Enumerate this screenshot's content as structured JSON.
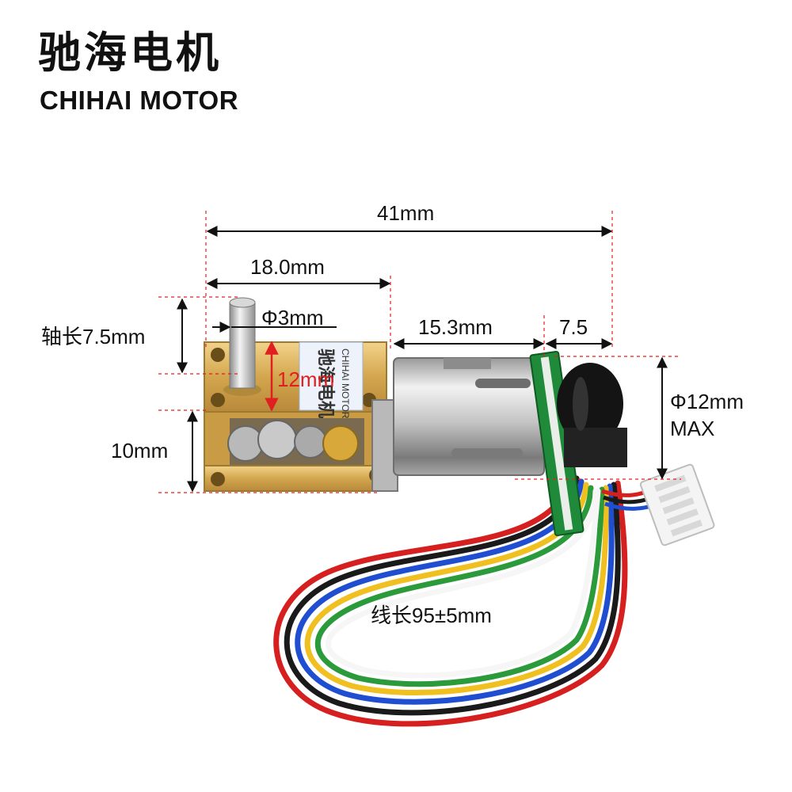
{
  "brand": {
    "name_cn": "驰海电机",
    "name_en": "CHIHAI MOTOR"
  },
  "case_label": {
    "name_cn": "驰海电机",
    "name_en": "CHIHAI MOTOR"
  },
  "dimensions": {
    "total_length": "41mm",
    "gearbox_length": "18.0mm",
    "shaft_diameter": "Φ3mm",
    "shaft_length": "轴长7.5mm",
    "shaft_height_red": "12mm",
    "gearbox_height": "10mm",
    "motor_length": "15.3mm",
    "encoder_length": "7.5",
    "motor_diameter": "Φ12mm",
    "motor_diameter_note": "MAX",
    "wire_length": "线长95±5mm"
  },
  "colors": {
    "dimension_red": "#e02020",
    "brass": "#d8b25a",
    "pcb_green": "#1f8a3a",
    "wire_colors": [
      "#d62020",
      "#1a1a1a",
      "#1f4fd0",
      "#f0c020",
      "#2a9a3a",
      "#ffffff"
    ]
  }
}
